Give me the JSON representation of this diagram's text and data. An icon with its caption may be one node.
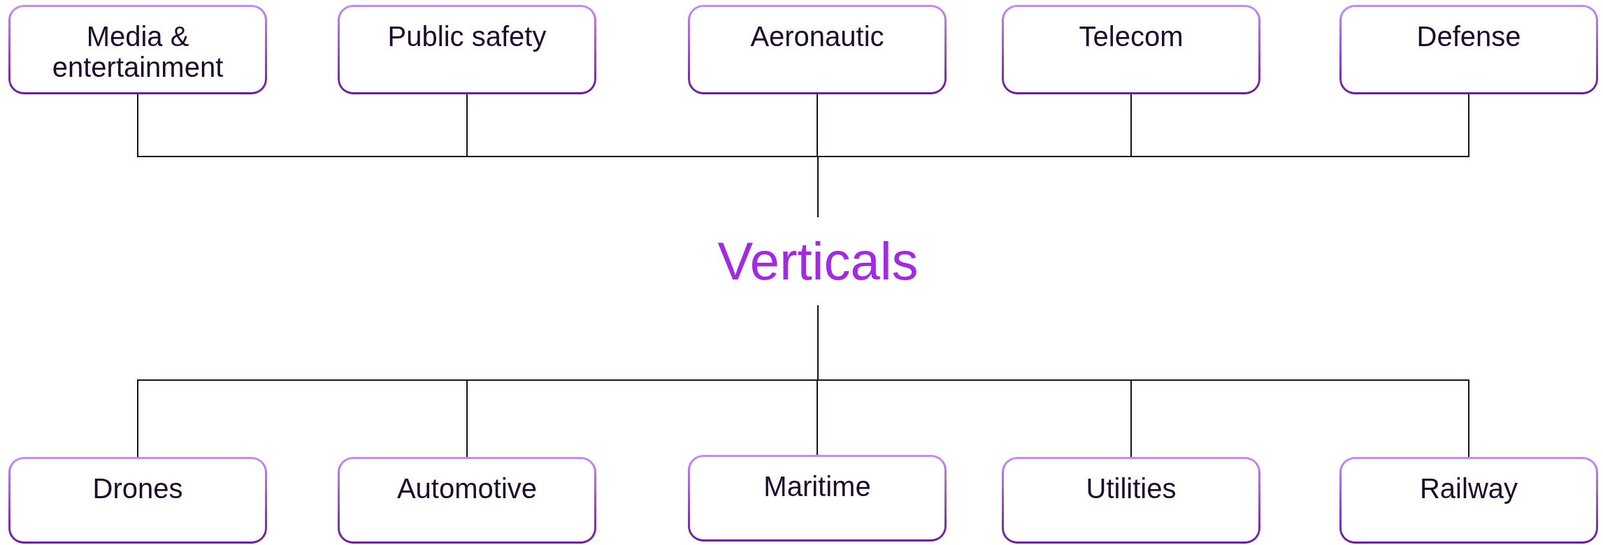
{
  "diagram": {
    "nodes": [
      {
        "text": [
          "Media & entertainment"
        ]
      },
      {
        "text": [
          "Public safety"
        ]
      },
      {
        "text": [
          "Aeronautic"
        ]
      },
      {
        "text": [
          "Telecom"
        ]
      },
      {
        "text": [
          "Defense"
        ]
      },
      {
        "text": [
          "Verticals"
        ]
      },
      {
        "text": [
          "Drones"
        ]
      },
      {
        "text": [
          "Automotive"
        ]
      },
      {
        "text": [
          "Maritime"
        ]
      },
      {
        "text": [
          "Utilities"
        ]
      },
      {
        "text": [
          "Railway"
        ]
      }
    ],
    "edges": [
      {
        "from": 0,
        "to": 5,
        "arrow": "none"
      },
      {
        "from": 1,
        "to": 5,
        "arrow": "none"
      },
      {
        "from": 2,
        "to": 5,
        "arrow": "none"
      },
      {
        "from": 3,
        "to": 5,
        "arrow": "none"
      },
      {
        "from": 4,
        "to": 5,
        "arrow": "none"
      },
      {
        "from": 5,
        "to": 6,
        "arrow": "none"
      },
      {
        "from": 5,
        "to": 7,
        "arrow": "none"
      },
      {
        "from": 5,
        "to": 8,
        "arrow": "none"
      },
      {
        "from": 5,
        "to": 9,
        "arrow": "none"
      },
      {
        "from": 5,
        "to": 10,
        "arrow": "none"
      }
    ]
  }
}
